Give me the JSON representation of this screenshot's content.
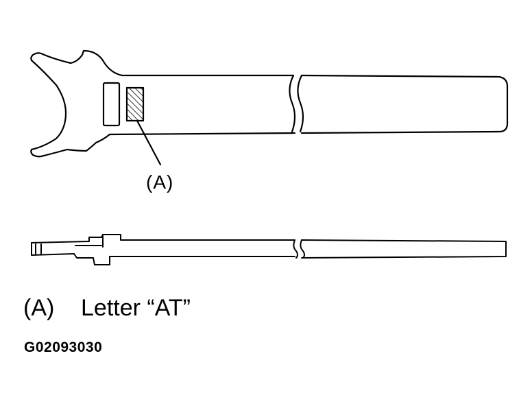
{
  "callout": {
    "label": "(A)"
  },
  "legend": {
    "key": "(A)",
    "text": "Letter “AT”"
  },
  "figure_id": "G02093030"
}
